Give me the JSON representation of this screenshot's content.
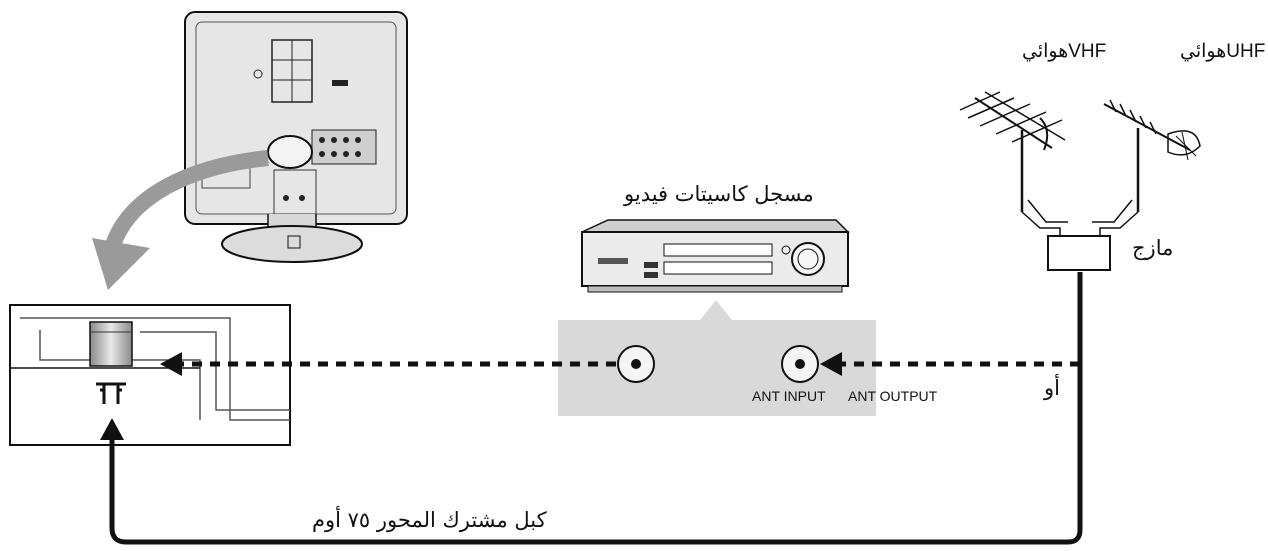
{
  "antenna": {
    "uhf_label": "UHFهوائي",
    "vhf_label": "VHFهوائي",
    "mixer_label": "مازج"
  },
  "vcr": {
    "title": "مسجل كاسيتات فيديو",
    "ant_input_label": "ANT INPUT",
    "ant_output_label": "ANT OUTPUT"
  },
  "cable": {
    "or_label": "أو",
    "coax_label": "كبل مشترك المحور ٧٥ أوم"
  },
  "colors": {
    "line": "#111111",
    "panel": "#d9d9d9",
    "tv_body": "#e6e6e6",
    "arrow_grey": "#9a9a9a"
  }
}
